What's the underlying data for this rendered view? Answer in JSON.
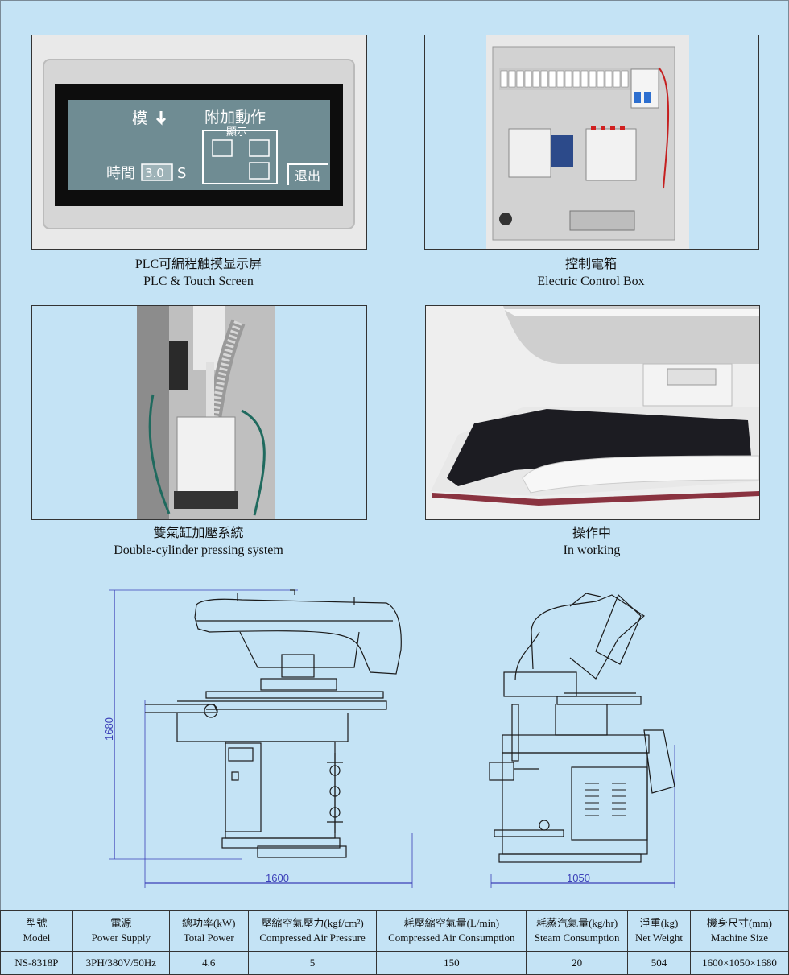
{
  "photos": [
    {
      "caption_cn": "PLC可編程触摸显示屏",
      "caption_en": "PLC & Touch Screen"
    },
    {
      "caption_cn": "控制電箱",
      "caption_en": "Electric Control Box"
    },
    {
      "caption_cn": "雙氣缸加壓系統",
      "caption_en": "Double-cylinder pressing system"
    },
    {
      "caption_cn": "操作中",
      "caption_en": "In working"
    }
  ],
  "screen": {
    "mold_label": "模",
    "extra_label": "附加動作",
    "display_label": "顯示",
    "time_label": "時間",
    "time_value": "3.0",
    "time_unit": "S",
    "exit_label": "退出"
  },
  "drawing": {
    "height_dim": "1680",
    "width_dim": "1600",
    "depth_dim": "1050"
  },
  "spec": {
    "headers": [
      {
        "cn": "型號",
        "en": "Model"
      },
      {
        "cn": "電源",
        "en": "Power Supply"
      },
      {
        "cn": "總功率(kW)",
        "en": "Total Power"
      },
      {
        "cn": "壓縮空氣壓力(kgf/cm²)",
        "en": "Compressed Air Pressure"
      },
      {
        "cn": "耗壓縮空氣量(L/min)",
        "en": "Compressed Air Consumption"
      },
      {
        "cn": "耗蒸汽氣量(kg/hr)",
        "en": "Steam Consumption"
      },
      {
        "cn": "淨重(kg)",
        "en": "Net Weight"
      },
      {
        "cn": "機身尺寸(mm)",
        "en": "Machine Size"
      }
    ],
    "row": [
      "NS-8318P",
      "3PH/380V/50Hz",
      "4.6",
      "5",
      "150",
      "20",
      "504",
      "1600×1050×1680"
    ]
  }
}
